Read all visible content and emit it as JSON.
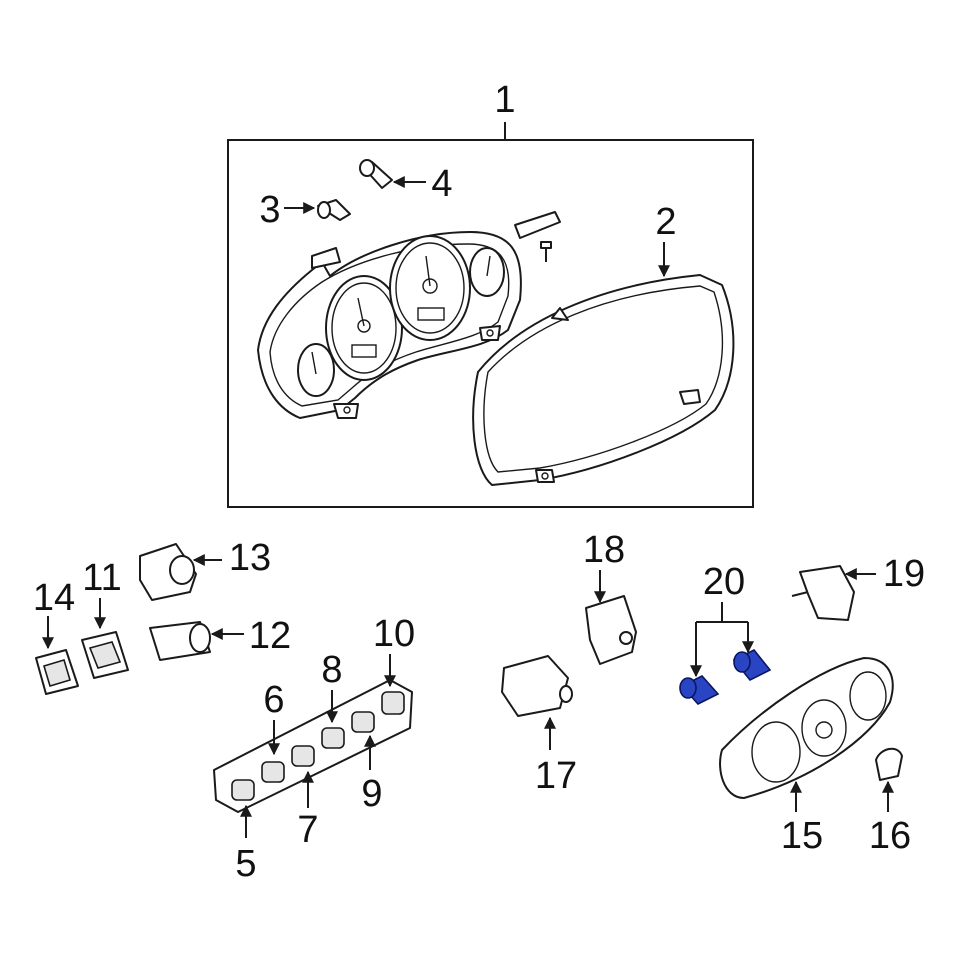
{
  "callouts": {
    "c1": "1",
    "c2": "2",
    "c3": "3",
    "c4": "4",
    "c5": "5",
    "c6": "6",
    "c7": "7",
    "c8": "8",
    "c9": "9",
    "c10": "10",
    "c11": "11",
    "c12": "12",
    "c13": "13",
    "c14": "14",
    "c15": "15",
    "c16": "16",
    "c17": "17",
    "c18": "18",
    "c19": "19",
    "c20": "20"
  },
  "colors": {
    "highlight": "#2a45c4",
    "line": "#1a1a1a",
    "background": "#ffffff"
  }
}
